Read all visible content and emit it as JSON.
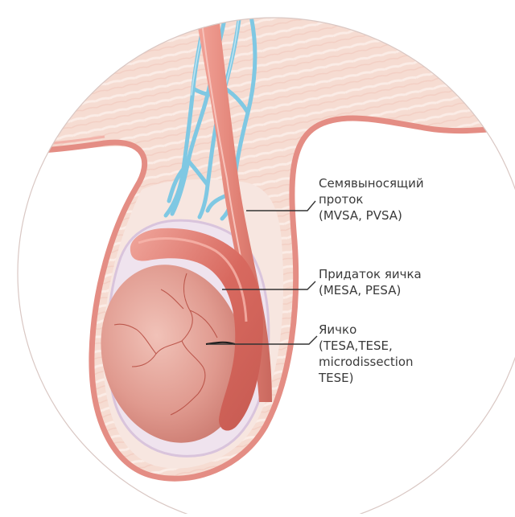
{
  "labels": {
    "vas_deferens": {
      "line1": "Семявыносящий",
      "line2": "проток",
      "line3": "(MVSA, PVSA)"
    },
    "epididymis": {
      "line1": "Придаток яичка",
      "line2": "(MESA, PESA)"
    },
    "testis": {
      "line1": "Яичко",
      "line2": "(TESA,TESE,",
      "line3": "microdissection",
      "line4": "TESE)"
    }
  },
  "colors": {
    "background": "#ffffff",
    "circle_border": "#d9c7c3",
    "tissue": "#f6dcd2",
    "tissue_stripe": "#fbece6",
    "skin_edge": "#e48d84",
    "vessel": "#7fc8e3",
    "duct": "#e8867a",
    "epididymis": "#d8695f",
    "testis": "#e2a096",
    "tunica": "#ece0ec",
    "leader_line": "#333333"
  }
}
